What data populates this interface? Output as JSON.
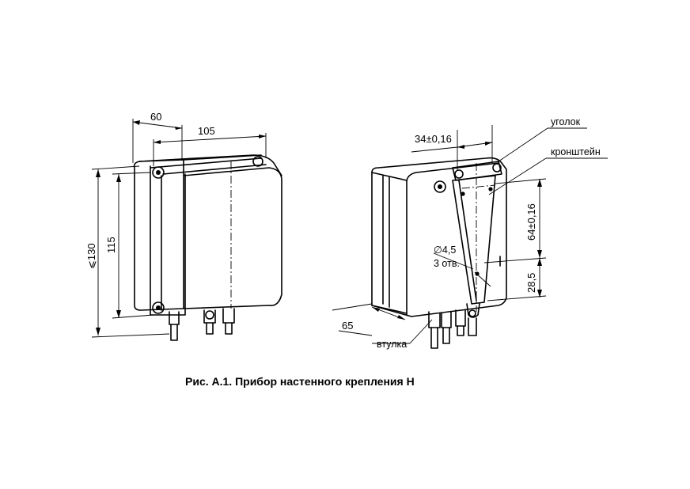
{
  "figure": {
    "caption": "Рис. А.1. Прибор настенного крепления Н"
  },
  "front_view": {
    "dimensions": {
      "depth": "60",
      "width": "105",
      "height_max": "⩽130",
      "height_mount": "115"
    }
  },
  "rear_view": {
    "dimensions": {
      "bracket_width": "34±0,16",
      "hole_spacing": "64±0,16",
      "bottom_offset": "28,5",
      "side_offset": "65"
    },
    "holes": {
      "diameter": "∅4,5",
      "count": "3 отв."
    },
    "callouts": {
      "corner": "уголок",
      "bracket": "кронштейн",
      "bushing": "втулка"
    }
  }
}
